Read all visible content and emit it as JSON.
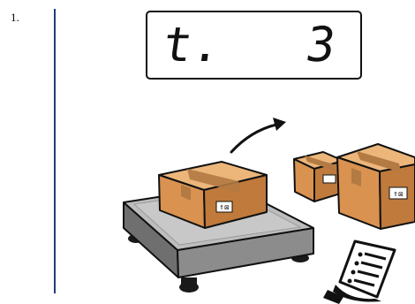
{
  "step": {
    "number": "1."
  },
  "display": {
    "mode_text": "t.",
    "value_text": "3"
  },
  "icons": {
    "scale": "weighing-scale-icon",
    "arrow": "curved-arrow-icon",
    "boxes": "cardboard-box-icon",
    "receipt": "printed-receipt-icon"
  },
  "colors": {
    "rule": "#1f3d78",
    "box_front": "#d9924f",
    "box_top": "#ecb67b",
    "box_side": "#bf7a3c",
    "tape": "#b37a43",
    "scale_top": "#bdbdbd",
    "scale_side": "#8c8c8c"
  }
}
